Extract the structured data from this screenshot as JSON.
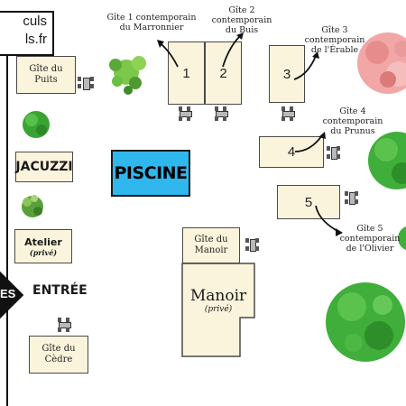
{
  "header": {
    "site_line1": "culs",
    "site_line2": "ls.fr"
  },
  "road_sign": {
    "text": "ES"
  },
  "entrance": {
    "label": "ENTRÉE"
  },
  "pool": {
    "label": "PISCINE"
  },
  "jacuzzi": {
    "label": "JACUZZI"
  },
  "atelier": {
    "title": "Atelier",
    "note": "(privé)"
  },
  "buildings": {
    "puits": {
      "name_line1": "Gîte du",
      "name_line2": "Puits"
    },
    "cedre": {
      "name_line1": "Gîte du",
      "name_line2": "Cèdre"
    },
    "gite_manoir": {
      "name_line1": "Gîte du",
      "name_line2": "Manoir"
    },
    "manoir": {
      "title": "Manoir",
      "note": "(privé)"
    },
    "gite1": {
      "number": "1"
    },
    "gite2": {
      "number": "2"
    },
    "gite3": {
      "number": "3"
    },
    "gite4": {
      "number": "4"
    },
    "gite5": {
      "number": "5"
    }
  },
  "gite_labels": {
    "g1": {
      "line1": "Gîte 1 contemporain",
      "line2": "du Marronnier"
    },
    "g2": {
      "line1": "Gîte 2",
      "line2": "contemporain",
      "line3": "du Buis"
    },
    "g3": {
      "line1": "Gîte 3",
      "line2": "contemporain",
      "line3": "de l'Érable"
    },
    "g4": {
      "line1": "Gîte 4",
      "line2": "contemporain",
      "line3": "du Prunus"
    },
    "g5": {
      "line1": "Gîte 5",
      "line2": "contemporain",
      "line3": "de l'Olivier"
    }
  },
  "colors": {
    "building_fill": "#fbf4dc",
    "pool_fill": "#2fb7ee",
    "tree_green": "#3fae3a",
    "maple_pink": "#f2a7a7"
  }
}
